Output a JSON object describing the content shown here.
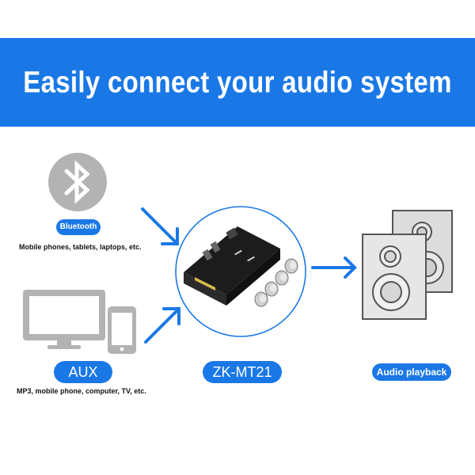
{
  "banner": {
    "title": "Easily connect your audio system"
  },
  "sources": {
    "bluetooth": {
      "label": "Bluetooth",
      "caption": "Mobile phones, tablets, laptops, etc.",
      "icon": "bluetooth-icon"
    },
    "aux": {
      "label": "AUX",
      "caption": "MP3, mobile phone, computer, TV, etc.",
      "icon": "monitor-phone-icon"
    }
  },
  "device": {
    "label": "ZK-MT21",
    "icon": "amplifier-board-icon"
  },
  "output": {
    "label": "Audio playback",
    "icon": "speakers-icon"
  },
  "colors": {
    "accent": "#1a78e6",
    "icon_gray": "#b3b3b3"
  }
}
